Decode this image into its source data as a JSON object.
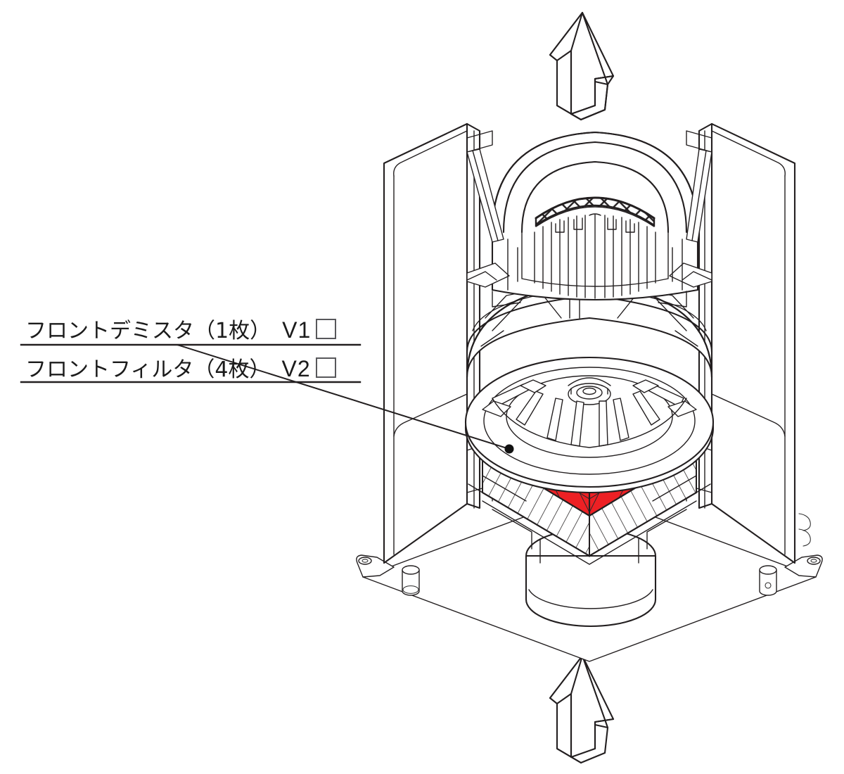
{
  "diagram": {
    "type": "exploded-cutaway-isometric",
    "subject": "ventilation-fan-blower-unit",
    "background_color": "#ffffff",
    "line_color": "#231f20",
    "highlight_color": "#ED2024",
    "highlight_description": "red-filter-band"
  },
  "callouts": [
    {
      "id": "v1",
      "jp_text": "フロントデミスタ（1枚）",
      "part_name": "フロントデミスタ",
      "quantity_text": "（1枚）",
      "quantity": 1,
      "code": "V1",
      "checkbox": "empty",
      "checkbox_color": "#58585b"
    },
    {
      "id": "v2",
      "jp_text": "フロントフィルタ（4枚）",
      "part_name": "フロントフィルタ",
      "quantity_text": "（4枚）",
      "quantity": 4,
      "code": "V2",
      "checkbox": "empty",
      "checkbox_color": "#58585b"
    }
  ],
  "annotations": {
    "leader_line": "from-label-underline-to-red-band",
    "leader_dot": "marker-on-red-filter-band"
  },
  "airflow_arrows": [
    {
      "id": "arrow-top",
      "direction": "up",
      "position": "top",
      "style": "3d-hollow-outline"
    },
    {
      "id": "arrow-bottom",
      "direction": "up",
      "position": "bottom",
      "style": "3d-hollow-outline"
    }
  ],
  "components": [
    {
      "id": "left-panel",
      "label": "outer casing panel (left)"
    },
    {
      "id": "right-panel",
      "label": "outer casing panel (right)"
    },
    {
      "id": "motor-drum",
      "label": "motor / fan drum with mesh grille"
    },
    {
      "id": "mesh-grille",
      "label": "diamond mesh grille"
    },
    {
      "id": "scroll-housing",
      "label": "scroll housing ring"
    },
    {
      "id": "impeller",
      "label": "turbo impeller with radial blades"
    },
    {
      "id": "filter-band",
      "label": "front filter / demister band (highlighted red)"
    },
    {
      "id": "hatched-filter",
      "label": "hatched filter body"
    },
    {
      "id": "base-plate",
      "label": "diamond mounting base plate"
    },
    {
      "id": "duct-collar",
      "label": "central cylindrical duct collar"
    },
    {
      "id": "mount-tab-left",
      "label": "mounting tab with hole (left)"
    },
    {
      "id": "mount-tab-right",
      "label": "mounting tab with hole (right)"
    },
    {
      "id": "boss-left",
      "label": "cylindrical boss (left)"
    },
    {
      "id": "boss-right",
      "label": "cylindrical boss (right)"
    }
  ]
}
